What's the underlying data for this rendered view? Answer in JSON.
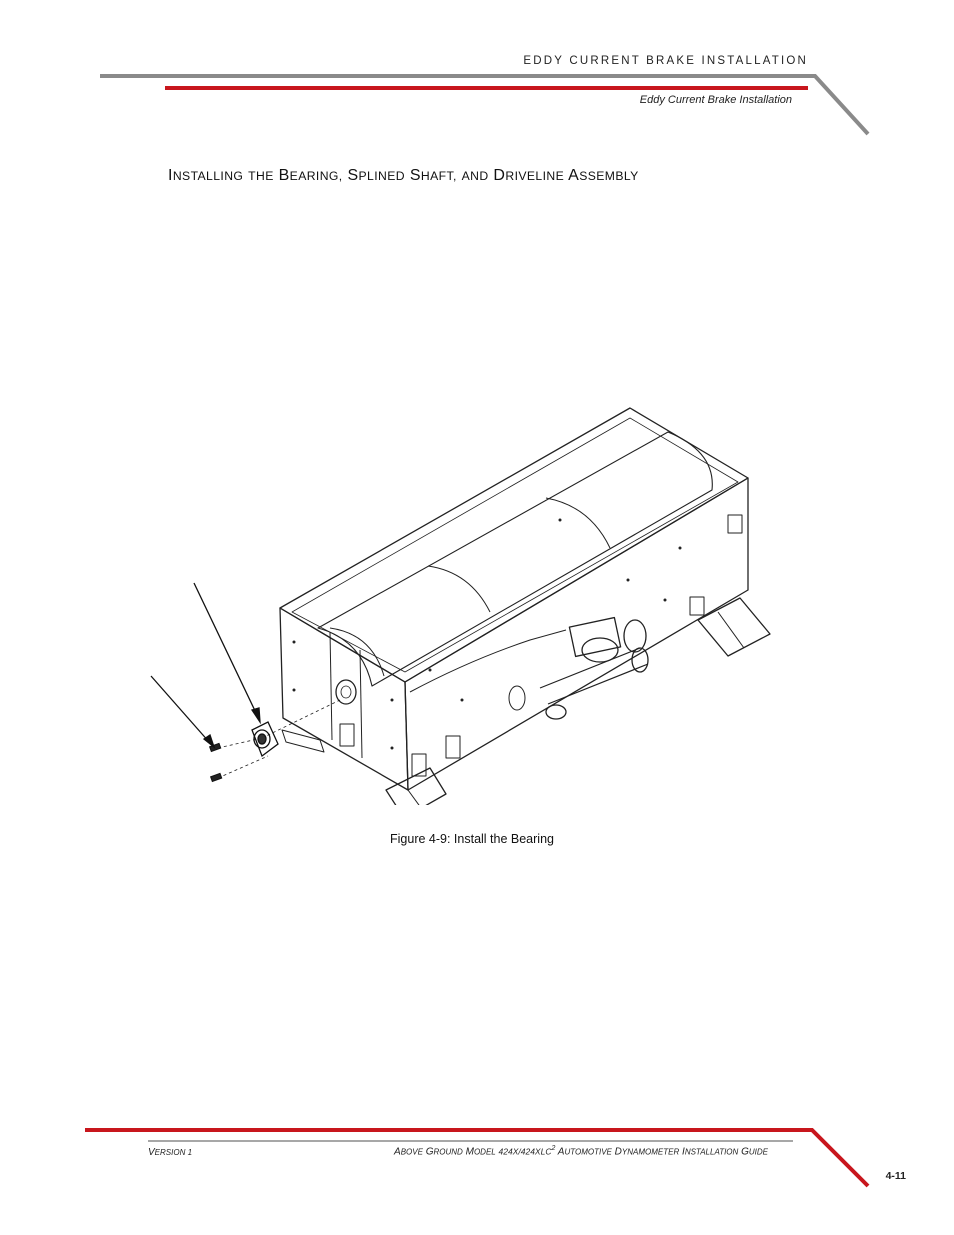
{
  "header": {
    "chapter_title": "EDDY CURRENT BRAKE INSTALLATION",
    "section_title": "Eddy Current Brake Installation",
    "accent_color": "#c8161d",
    "rule_color": "#8a8a8a"
  },
  "main": {
    "heading": {
      "w1_first": "I",
      "w1_rest": "NSTALLING",
      "w2": "THE",
      "w3_first": "B",
      "w3_rest": "EARING,",
      "w4_first": "S",
      "w4_rest": "PLINED",
      "w5_first": "S",
      "w5_rest": "HAFT,",
      "w6": "AND",
      "w7_first": "D",
      "w7_rest": "RIVELINE",
      "w8_first": "A",
      "w8_rest": "SSEMBLY"
    },
    "figure": {
      "caption": "Figure 4-9: Install the Bearing",
      "illustration": "eddy-current-brake-bearing-assembly-drawing"
    }
  },
  "footer": {
    "version_first": "V",
    "version_rest": "ERSION 1",
    "guide_part1_first": "A",
    "guide_part1_rest": "BOVE",
    "guide_part2_first": "G",
    "guide_part2_rest": "ROUND",
    "guide_part3_first": "M",
    "guide_part3_rest": "ODEL",
    "guide_model": "424X/424XLC",
    "guide_model_sup": "2",
    "guide_part4_first": "A",
    "guide_part4_rest": "UTOMOTIVE",
    "guide_part5_first": "D",
    "guide_part5_rest": "YNAMOMETER",
    "guide_part6_first": "I",
    "guide_part6_rest": "NSTALLATION",
    "guide_part7_first": "G",
    "guide_part7_rest": "UIDE",
    "page_number": "4-11"
  }
}
